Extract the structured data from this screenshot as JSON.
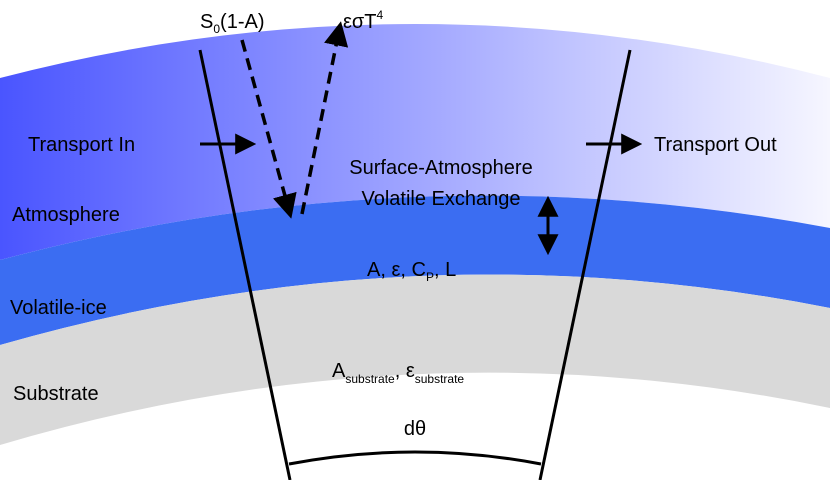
{
  "layers": [
    {
      "name": "Atmosphere",
      "color_left": "#4a55ff",
      "color_right": "#f6f6ff"
    },
    {
      "name": "Volatile-ice",
      "color": "#3b6df2"
    },
    {
      "name": "Substrate",
      "color": "#d9d9d9"
    }
  ],
  "labels": {
    "atmosphere": "Atmosphere",
    "volatile_ice": "Volatile-ice",
    "substrate": "Substrate",
    "transport_in": "Transport In",
    "transport_out": "Transport Out",
    "exchange_line1": "Surface-Atmosphere",
    "exchange_line2": "Volatile Exchange",
    "angle": "dθ"
  },
  "formulas": {
    "solar": {
      "s": "S",
      "s_sub": "0",
      "rest": "(1-A)"
    },
    "emission": {
      "base": "εσT",
      "sup": "4"
    },
    "ice_props": {
      "a": "A, ε, C",
      "sub": "P",
      "tail": ", L"
    },
    "substrate_props": {
      "a": "A",
      "a_sub": "substrate",
      "comma": ", ε",
      "e_sub": "substrate"
    }
  }
}
